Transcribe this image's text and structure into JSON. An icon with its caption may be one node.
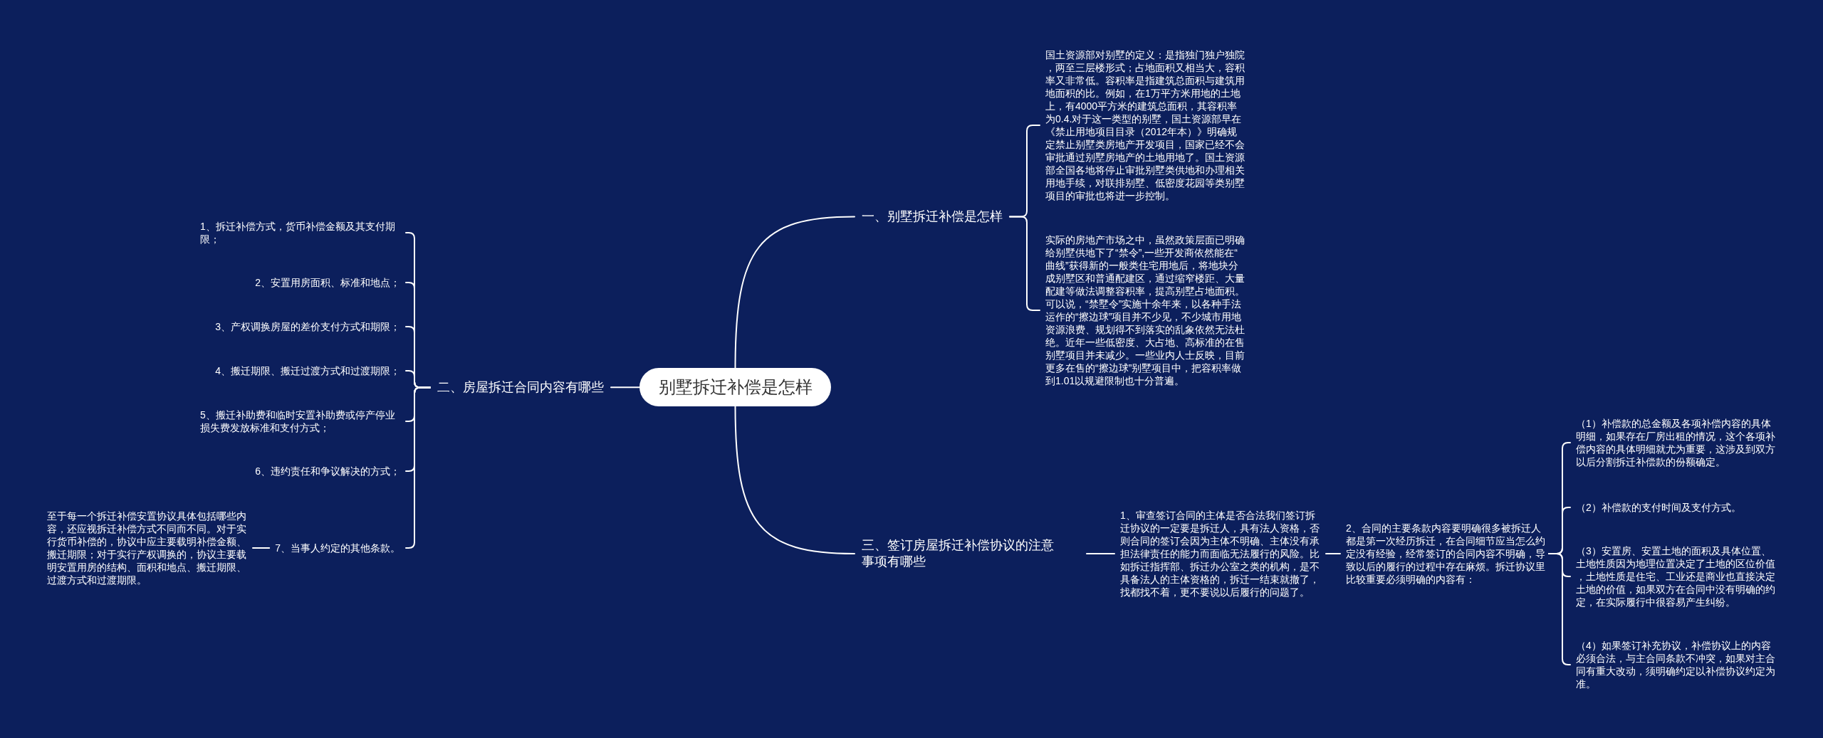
{
  "diagram": {
    "nodes": [
      {
        "text": [
          "别墅拆迁补偿是怎样"
        ]
      },
      {
        "text": [
          "一、别墅拆迁补偿是怎样"
        ]
      },
      {
        "text": [
          "国土资源部对别墅的定义：是指独门独户独院，两至三层楼形式；占地面积又相当大，容积率又非常低。容积率是指建筑总面积与建筑用地面积的比。例如，在1万平方米用地的土地上，有4000平方米的建筑总面积，其容积率为0.4.对于这一类型的别墅，国土资源部早在《禁止用地项目目录（2012年本）》明确规定禁止别墅类房地产开发项目，国家已经不会审批通过别墅房地产的土地用地了。国土资源部全国各地将停止审批别墅类供地和办理相关用地手续，对联排别墅、低密度花园等类别墅项目的审批也将进一步控制。"
        ]
      },
      {
        "text": [
          "实际的房地产市场之中，虽然政策层面已明确给别墅供地下了“禁令”,一些开发商依然能在“曲线”获得新的一般类住宅用地后，将地块分成别墅区和普通配建区，通过缩窄楼距、大量配建等做法调整容积率，提高别墅占地面积。可以说，“禁墅令”实施十余年来，以各种手法运作的“擦边球”项目并不少见，不少城市用地资源浪费、规划得不到落实的乱象依然无法杜绝。近年一些低密度、大占地、高标准的在售别墅项目并未减少。一些业内人士反映，目前更多在售的“擦边球”别墅项目中，把容积率做到1.01以规避限制也十分普遍。"
        ]
      },
      {
        "text": [
          "二、房屋拆迁合同内容有哪些"
        ]
      },
      {
        "text": [
          "1、拆迁补偿方式，货币补偿金额及其支付期限；"
        ]
      },
      {
        "text": [
          "2、安置用房面积、标准和地点；"
        ]
      },
      {
        "text": [
          "3、产权调换房屋的差价支付方式和期限；"
        ]
      },
      {
        "text": [
          "4、搬迁期限、搬迁过渡方式和过渡期限；"
        ]
      },
      {
        "text": [
          "5、搬迁补助费和临时安置补助费或停产停业损失费发放标准和支付方式；"
        ]
      },
      {
        "text": [
          "6、违约责任和争议解决的方式；"
        ]
      },
      {
        "text": [
          "7、当事人约定的其他条款。"
        ]
      },
      {
        "text": [
          "至于每一个拆迁补偿安置协议具体包括哪些内容，还应视拆迁补偿方式不同而不同。对于实行货币补偿的，协议中应主要载明补偿金额、搬迁期限；对于实行产权调换的，协议主要载明安置用房的结构、面积和地点、搬迁期限、过渡方式和过渡期限。"
        ]
      },
      {
        "text": [
          "三、签订房屋拆迁补偿协议的注意事项有哪些"
        ]
      },
      {
        "text": [
          "1、审查签订合同的主体是否合法我们签订拆迁协议的一定要是拆迁人，具有法人资格，否则合同的签订会因为主体不明确、主体没有承担法律责任的能力而面临无法履行的风险。比如拆迁指挥部、拆迁办公室之类的机构，是不具备法人的主体资格的，拆迁一结束就撤了，找都找不着，更不要说以后履行的问题了。"
        ]
      },
      {
        "text": [
          "2、合同的主要条款内容要明确很多被拆迁人都是第一次经历拆迁，在合同细节应当怎么约定没有经验，经常签订的合同内容不明确，导致以后的履行的过程中存在麻烦。拆迁协议里比较重要必须明确的内容有："
        ]
      },
      {
        "text": [
          "（1）补偿款的总金额及各项补偿内容的具体明细，如果存在厂房出租的情况，这个各项补偿内容的具体明细就尤为重要，这涉及到双方以后分割拆迁补偿款的份额确定。"
        ]
      },
      {
        "text": [
          "（2）补偿款的支付时间及支付方式。"
        ]
      },
      {
        "text": [
          "（3）安置房、安置土地的面积及具体位置、土地性质因为地理位置决定了土地的区位价值，土地性质是住宅、工业还是商业也直接决定土地的价值，如果双方在合同中没有明确的约定，在实际履行中很容易产生纠纷。"
        ]
      },
      {
        "text": [
          "（4）如果签订补充协议，补偿协议上的内容必须合法，与主合同条款不冲突，如果对主合同有重大改动，须明确约定以补偿协议约定为准。"
        ]
      }
    ],
    "edges": [
      {
        "from": 0,
        "to": 1,
        "arrow": "none"
      },
      {
        "from": 1,
        "to": 2,
        "arrow": "none"
      },
      {
        "from": 1,
        "to": 3,
        "arrow": "none"
      },
      {
        "from": 0,
        "to": 4,
        "arrow": "none"
      },
      {
        "from": 4,
        "to": 5,
        "arrow": "none"
      },
      {
        "from": 4,
        "to": 6,
        "arrow": "none"
      },
      {
        "from": 4,
        "to": 7,
        "arrow": "none"
      },
      {
        "from": 4,
        "to": 8,
        "arrow": "none"
      },
      {
        "from": 4,
        "to": 9,
        "arrow": "none"
      },
      {
        "from": 4,
        "to": 10,
        "arrow": "none"
      },
      {
        "from": 4,
        "to": 11,
        "arrow": "none"
      },
      {
        "from": 11,
        "to": 12,
        "arrow": "none"
      },
      {
        "from": 0,
        "to": 13,
        "arrow": "none"
      },
      {
        "from": 13,
        "to": 14,
        "arrow": "none"
      },
      {
        "from": 14,
        "to": 15,
        "arrow": "none"
      },
      {
        "from": 15,
        "to": 16,
        "arrow": "none"
      },
      {
        "from": 15,
        "to": 17,
        "arrow": "none"
      },
      {
        "from": 15,
        "to": 18,
        "arrow": "none"
      },
      {
        "from": 15,
        "to": 19,
        "arrow": "none"
      }
    ]
  }
}
